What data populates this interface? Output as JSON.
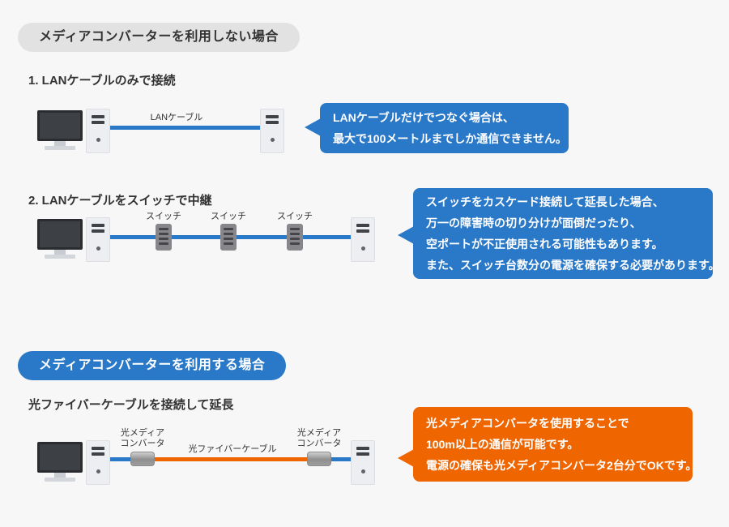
{
  "colors": {
    "background": "#f7f7f7",
    "blue": "#2a78c8",
    "orange": "#ef6500",
    "pill_gray": "#e2e2e2"
  },
  "section_no_converter": {
    "header": "メディアコンバーターを利用しない場合",
    "case1": {
      "title": "1. LANケーブルのみで接続",
      "cable_label": "LANケーブル",
      "callout": {
        "lines": [
          "LANケーブルだけでつなぐ場合は、",
          "最大で100メートルまでしか通信できません。"
        ]
      }
    },
    "case2": {
      "title": "2. LANケーブルをスイッチで中継",
      "switch_labels": [
        "スイッチ",
        "スイッチ",
        "スイッチ"
      ],
      "callout": {
        "lines": [
          "スイッチをカスケード接続して延長した場合、",
          "万一の障害時の切り分けが面倒だったり、",
          "空ポートが不正使用される可能性もあります。",
          "また、スイッチ台数分の電源を確保する必要があります。"
        ]
      }
    }
  },
  "section_converter": {
    "header": "メディアコンバーターを利用する場合",
    "case": {
      "title": "光ファイバーケーブルを接続して延長",
      "converter_label_line1": "光メディア",
      "converter_label_line2": "コンバータ",
      "cable_label": "光ファイバーケーブル",
      "callout": {
        "lines": [
          "光メディアコンバータを使用することで",
          "100m以上の通信が可能です。",
          "電源の確保も光メディアコンバータ2台分でOKです。"
        ]
      }
    }
  }
}
